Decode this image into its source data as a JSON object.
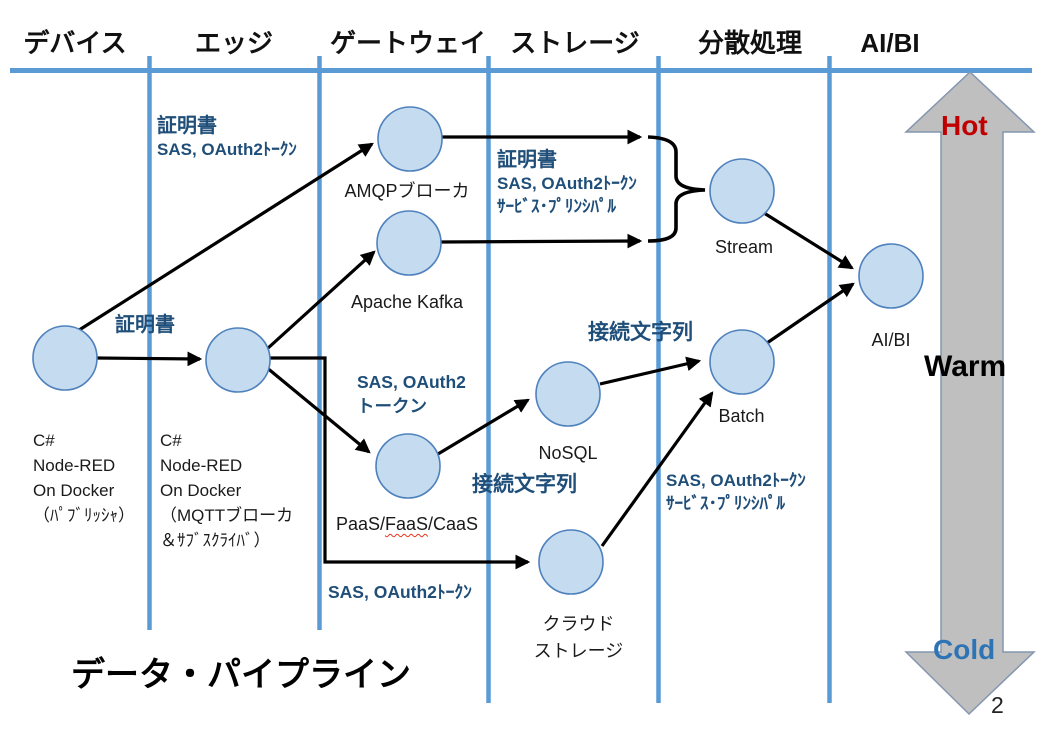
{
  "slide": {
    "title": "データ・パイプライン",
    "page_number": "2"
  },
  "columns": [
    {
      "label": "デバイス"
    },
    {
      "label": "エッジ"
    },
    {
      "label": "ゲートウェイ"
    },
    {
      "label": "ストレージ"
    },
    {
      "label": "分散処理"
    },
    {
      "label": "AI/BI"
    }
  ],
  "temperature": {
    "hot": "Hot",
    "warm": "Warm",
    "cold": "Cold"
  },
  "nodes": {
    "device": {
      "lines": [
        "C#",
        "Node-RED",
        "On Docker",
        "（ﾊﾟﾌﾞﾘｯｼｬ）"
      ]
    },
    "edge": {
      "lines": [
        "C#",
        "Node-RED",
        "On Docker",
        "（MQTTブローカ",
        "＆ｻﾌﾞｽｸﾗｲﾊﾞ）"
      ]
    },
    "amqp": {
      "label": "AMQPブローカ"
    },
    "kafka": {
      "label": "Apache Kafka"
    },
    "paas": {
      "parts": [
        "PaaS/",
        "FaaS",
        "/CaaS"
      ]
    },
    "nosql": {
      "label": "NoSQL"
    },
    "cloud": {
      "lines": [
        "クラウド",
        "ストレージ"
      ]
    },
    "stream": {
      "label": "Stream"
    },
    "batch": {
      "label": "Batch"
    },
    "aibi": {
      "label": "AI/BI"
    }
  },
  "auth_labels": {
    "device_amqp": {
      "line1": "証明書",
      "line2": "SAS, OAuth2ﾄｰｸﾝ"
    },
    "gateway_stream": {
      "line1": "証明書",
      "line2": "SAS, OAuth2ﾄｰｸﾝ",
      "line3": "ｻｰﾋﾞｽ･ﾌﾟﾘﾝｼﾊﾟﾙ"
    },
    "device_edge": {
      "line1": "証明書"
    },
    "edge_paas": {
      "line1": "SAS, OAuth2",
      "line2": "トークン"
    },
    "paas_nosql": {
      "line1": "接続文字列"
    },
    "nosql_batch": {
      "line1": "接続文字列"
    },
    "edge_cloud": {
      "line1": "SAS, OAuth2ﾄｰｸﾝ"
    },
    "cloud_batch": {
      "line1": "SAS, OAuth2ﾄｰｸﾝ",
      "line2": "ｻｰﾋﾞｽ･ﾌﾟﾘﾝｼﾊﾟﾙ"
    }
  },
  "colors": {
    "node_fill": "#C5DCF0",
    "node_stroke": "#4F81BD",
    "divider_blue": "#5B9BD5",
    "auth_text": "#1F4E79",
    "hot_text": "#C00000",
    "cold_text": "#2E74B5",
    "gradient_fill": "#BFBFBF",
    "gradient_stroke": "#8496B0",
    "arrow_black": "#000000"
  }
}
